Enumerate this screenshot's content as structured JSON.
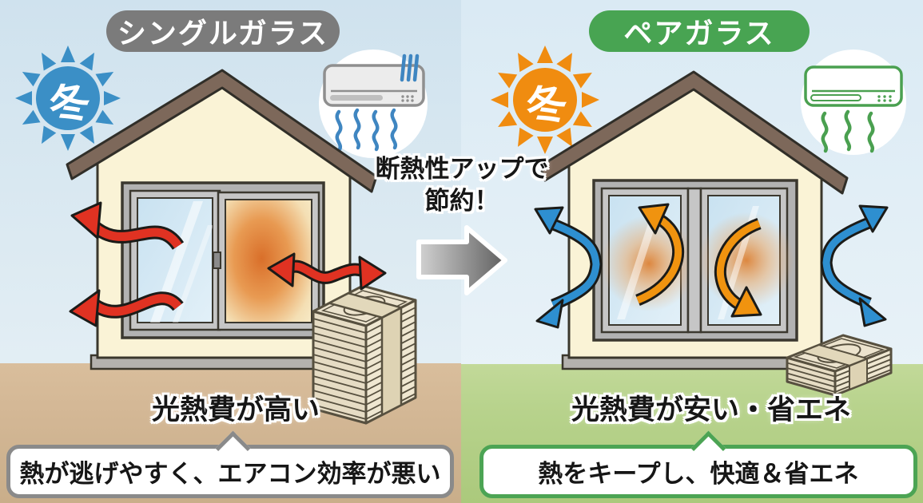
{
  "left_panel": {
    "title": "シングルガラス",
    "season_badge": "冬",
    "caption": "光熱費が高い",
    "bubble": "熱が逃げやすく、エアコン効率が悪い",
    "icons": [
      "winter-sun-icon",
      "air-conditioner-icon",
      "house-icon",
      "single-glass-window-icon",
      "heat-escape-arrow-icon",
      "tall-money-stack-icon"
    ]
  },
  "right_panel": {
    "title": "ペアガラス",
    "season_badge": "冬",
    "caption": "光熱費が安い・省エネ",
    "bubble": "熱をキープし、快適＆省エネ",
    "icons": [
      "winter-sun-icon",
      "air-conditioner-icon",
      "house-icon",
      "pair-glass-window-icon",
      "heat-keep-arrow-icon",
      "cold-air-bounce-arrow-icon",
      "small-money-stack-icon"
    ]
  },
  "center": {
    "note_line1": "断熱性アップで",
    "note_line2": "節約！",
    "arrow_icon": "right-arrow-icon"
  },
  "palette": {
    "left_sky": "#cfe2ee",
    "right_sky": "#daeaf4",
    "left_ground": "#d4b896",
    "right_ground": "#b8d38d",
    "single_label_bg": "#7b7b7b",
    "pair_label_bg": "#48a452",
    "winter_sun_cold": "#3b8fc6",
    "winter_sun_warm": "#f08c10",
    "heat_loss_arrow": "#e03222",
    "heat_keep_arrow": "#f0930f",
    "cold_air_arrow": "#2e8fd0",
    "bubble_border_left": "#8a8a8a",
    "bubble_border_right": "#4ca454"
  }
}
